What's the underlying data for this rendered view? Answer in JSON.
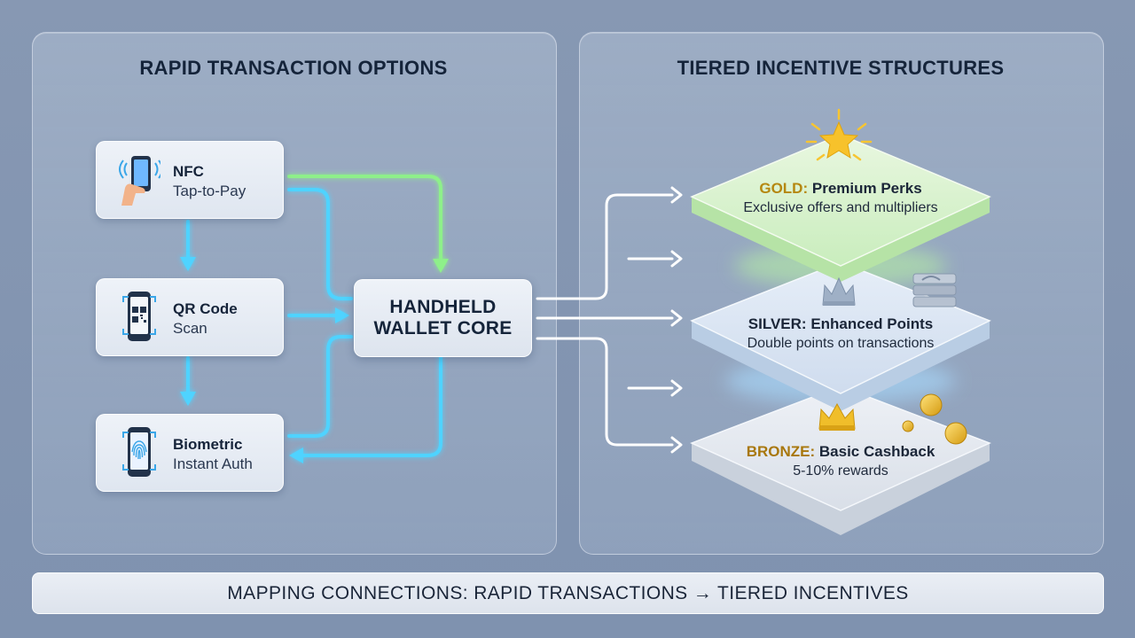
{
  "left_panel": {
    "title": "RAPID TRANSACTION OPTIONS"
  },
  "right_panel": {
    "title": "TIERED INCENTIVE STRUCTURES"
  },
  "methods": [
    {
      "title": "NFC",
      "subtitle": "Tap-to-Pay",
      "icon": "nfc-phone-icon"
    },
    {
      "title": "QR Code",
      "subtitle": "Scan",
      "icon": "qr-phone-icon"
    },
    {
      "title": "Biometric",
      "subtitle": "Instant Auth",
      "icon": "fingerprint-phone-icon"
    }
  ],
  "core": {
    "label": "HANDHELD\nWALLET CORE"
  },
  "tiers": [
    {
      "name": "GOLD:",
      "perk": "Premium Perks",
      "description": "Exclusive offers and multipliers",
      "icon": "star-icon",
      "color": "#b5870f"
    },
    {
      "name": "SILVER:",
      "perk": "Enhanced Points",
      "description": "Double points on transactions",
      "icon": "crown-icon",
      "color": "#1b2638"
    },
    {
      "name": "BRONZE:",
      "perk": "Basic Cashback",
      "description": "5-10% rewards",
      "icon": "crown-icon",
      "color": "#a8770d"
    }
  ],
  "footer": {
    "text": "MAPPING CONNECTIONS: RAPID TRANSACTIONS → TIERED INCENTIVES"
  },
  "colors": {
    "cyan_arrow": "#4fd3ff",
    "green_arrow": "#8ef08a",
    "white_arrow": "#ffffff"
  }
}
